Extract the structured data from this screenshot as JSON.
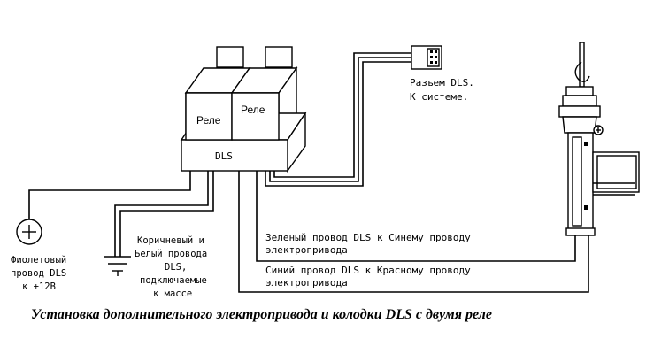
{
  "relays": [
    {
      "label": "Реле"
    },
    {
      "label": "Реле"
    }
  ],
  "block": {
    "label": "DLS"
  },
  "connector": {
    "line1": "Разъем DLS.",
    "line2": "К системе."
  },
  "violet_wire": {
    "line1": "Фиолетовый",
    "line2": "провод DLS",
    "line3": "к +12В"
  },
  "ground_wires": {
    "line1": "Коричневый и",
    "line2": "Белый провода",
    "line3": "DLS,",
    "line4": "подключаемые",
    "line5": "к массе"
  },
  "green_wire": {
    "line1": "Зеленый провод DLS к  Синему проводу",
    "line2": "электропривода"
  },
  "blue_wire": {
    "line1": "Синий провод DLS к  Красному проводу",
    "line2": "электропривода"
  },
  "caption": "Установка дополнительного электропривода и колодки DLS с двумя реле"
}
